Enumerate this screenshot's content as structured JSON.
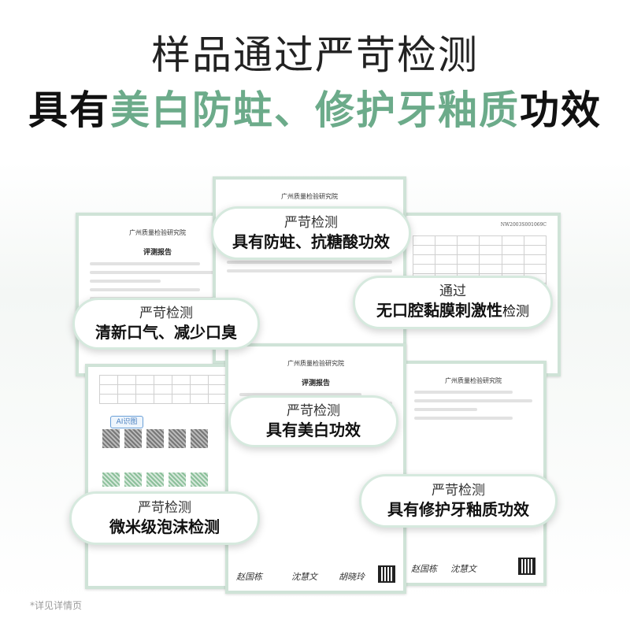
{
  "header": {
    "line1": "样品通过严苛检测",
    "line2_dark_a": "具有",
    "line2_green": "美白防蛀、修护牙釉质",
    "line2_dark_b": "功效"
  },
  "documents": {
    "institute": "广州质量检验研究院",
    "report_title": "评测报告",
    "report_no": "NW2003S001069C",
    "sig1": "赵国栋",
    "sig2": "沈慧文",
    "sig3": "胡晓玲",
    "ai_badge": "AI识图"
  },
  "badges": [
    {
      "top": "严苛检测",
      "bottom": "具有防蛀、抗糖酸功效"
    },
    {
      "top": "严苛检测",
      "bottom": "清新口气、减少口臭"
    },
    {
      "top": "通过",
      "bottom_bold": "无口腔黏膜刺激性",
      "bottom_light": "检测"
    },
    {
      "top": "严苛检测",
      "bottom": "具有美白功效"
    },
    {
      "top": "严苛检测",
      "bottom": "微米级泡沫检测"
    },
    {
      "top": "严苛检测",
      "bottom": "具有修护牙釉质功效"
    }
  ],
  "footer": {
    "note": "*详见详情页"
  },
  "colors": {
    "accent_green": "#6cab8a",
    "doc_border": "#cfe3d7",
    "bubble_border": "#d6e9de"
  }
}
